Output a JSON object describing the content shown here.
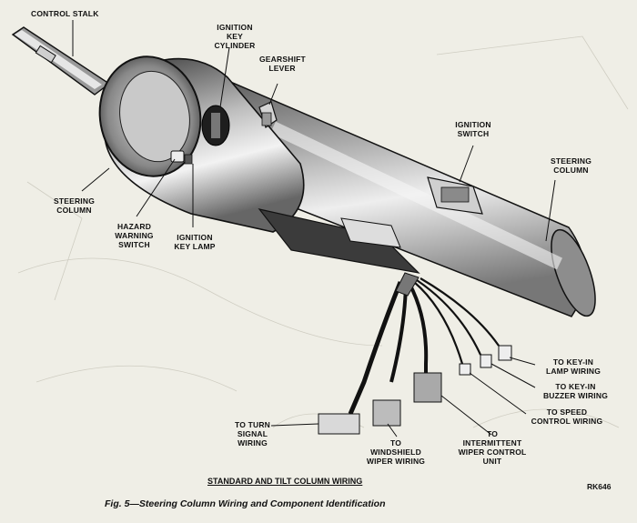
{
  "labels": {
    "control_stalk": "CONTROL STALK",
    "ignition_key_cylinder": "IGNITION KEY\nCYLINDER",
    "gearshift_lever": "GEARSHIFT\nLEVER",
    "ignition_switch": "IGNITION\nSWITCH",
    "steering_column_right": "STEERING\nCOLUMN",
    "steering_column_left": "STEERING\nCOLUMN",
    "hazard_warning_switch": "HAZARD\nWARNING\nSWITCH",
    "ignition_key_lamp": "IGNITION\nKEY LAMP",
    "to_key_in_lamp_wiring": "TO KEY-IN\nLAMP WIRING",
    "to_key_in_buzzer_wiring": "TO KEY-IN\nBUZZER WIRING",
    "to_speed_control_wiring": "TO SPEED\nCONTROL WIRING",
    "to_intermittent_wiper_control_unit": "TO\nINTERMITTENT\nWIPER CONTROL\nUNIT",
    "to_windshield_wiper_wiring": "TO\nWINDSHIELD\nWIPER WIRING",
    "to_turn_signal_wiring": "TO TURN\nSIGNAL\nWIRING"
  },
  "subtitle": "STANDARD AND TILT COLUMN WIRING",
  "caption": "Fig. 5—Steering Column Wiring and Component Identification",
  "figure_code": "RK646"
}
